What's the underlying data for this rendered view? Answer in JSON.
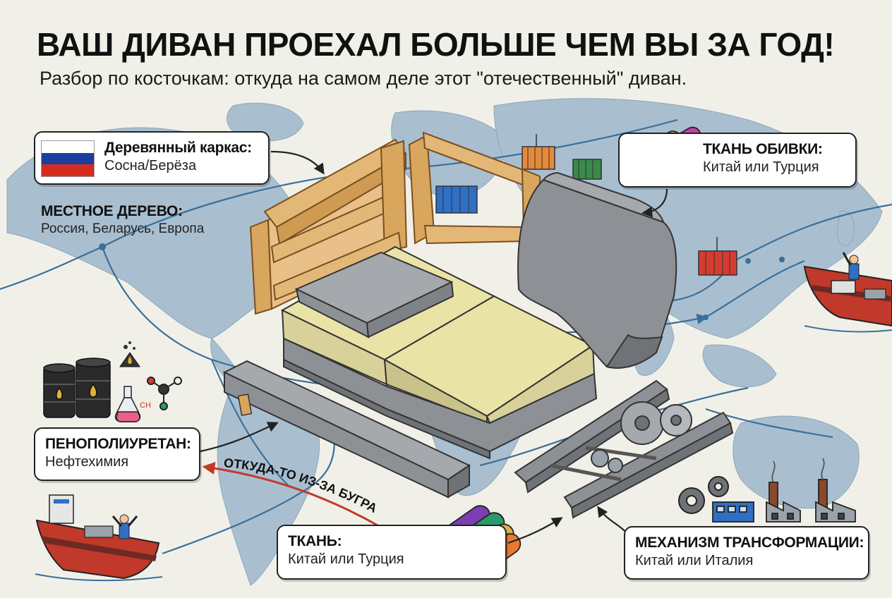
{
  "header": {
    "title": "ВАШ ДИВАН ПРОЕХАЛ БОЛЬШЕ ЧЕМ ВЫ ЗА ГОД!",
    "subtitle": "Разбор по косточкам: откуда на самом деле этот \"отечественный\" диван."
  },
  "callouts": {
    "frame": {
      "heading": "Деревянный каркас:",
      "text": "Сосна/Берёза"
    },
    "local_wood": {
      "heading": "МЕСТНОЕ ДЕРЕВО:",
      "text": "Россия, Беларусь, Европа"
    },
    "upholstery": {
      "heading": "ТКАНЬ ОБИВКИ:",
      "text": "Китай или Турция"
    },
    "foam": {
      "heading": "ПЕНОПОЛИУРЕТАН:",
      "text": "Нефтехимия"
    },
    "fabric": {
      "heading": "ТКАНЬ:",
      "text": "Китай или Турция"
    },
    "mechanism": {
      "heading": "МЕХАНИЗМ ТРАНСФОРМАЦИИ:",
      "text": "Китай или Италия"
    }
  },
  "arrow_label": "ОТКУДА-ТО ИЗ-ЗА БУГРА",
  "chem_label": "CH",
  "icons": {
    "flag": "russia-flag-icon",
    "oil": "oil-barrel-icon",
    "flask": "flask-icon",
    "molecule": "molecule-icon",
    "rolls": "fabric-rolls-icon",
    "ship": "cargo-ship-icon",
    "container": "shipping-container-icon",
    "factory": "factory-icon",
    "gear": "gear-icon"
  },
  "colors": {
    "background": "#f1f0e8",
    "map": "#a9bfd0",
    "route": "#3a6f9a",
    "wood": "#e3b877",
    "foam": "#e9e3a6",
    "upholstery": "#8d9196",
    "red_arrow": "#c23a2a",
    "flag_white": "#ffffff",
    "flag_blue": "#1c3f9e",
    "flag_red": "#d52b1e"
  }
}
